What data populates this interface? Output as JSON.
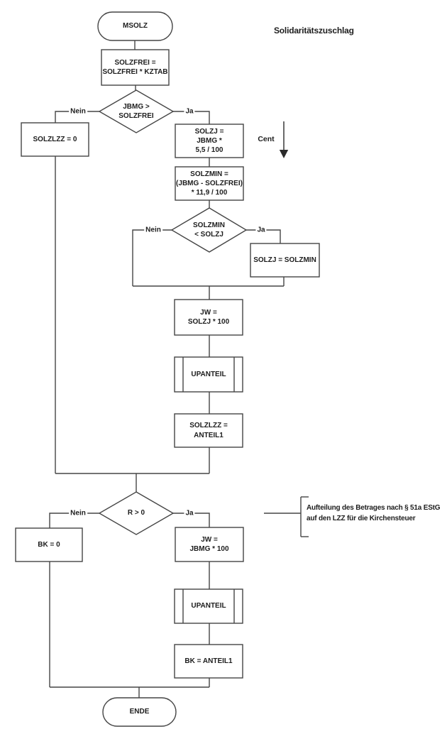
{
  "title": "Solidaritätszuschlag",
  "nodes": {
    "start": "MSOLZ",
    "init": "SOLZFREI =\nSOLZFREI * KZTAB",
    "decision_jbmg": "JBMG >\nSOLZFREI",
    "solzlzz_zero": "SOLZLZZ = 0",
    "solzj": "SOLZJ =\nJBMG *\n5,5 / 100",
    "solzmin": "SOLZMIN =\n(JBMG - SOLZFREI)\n* 11,9 / 100",
    "decision_solzmin": "SOLZMIN\n< SOLZJ",
    "solzj_min": "SOLZJ = SOLZMIN",
    "jw_solzj": "JW =\nSOLZJ * 100",
    "upanteil1": "UPANTEIL",
    "solzlzz_anteil": "SOLZLZZ =\nANTEIL1",
    "decision_r": "R > 0",
    "bk_zero": "BK = 0",
    "jw_jbmg": "JW =\nJBMG * 100",
    "upanteil2": "UPANTEIL",
    "bk_anteil": "BK = ANTEIL1",
    "end": "ENDE"
  },
  "branches": {
    "d1_no": "Nein",
    "d1_yes": "Ja",
    "d2_no": "Nein",
    "d2_yes": "Ja",
    "d3_no": "Nein",
    "d3_yes": "Ja"
  },
  "annotations": {
    "cent": "Cent",
    "kirchensteuer": "Aufteilung des Betrages nach § 51a EStG\nauf den LZZ für die Kirchensteuer"
  },
  "colors": {
    "line": "#454545",
    "text": "#1d1d1d",
    "background": "#ffffff"
  }
}
